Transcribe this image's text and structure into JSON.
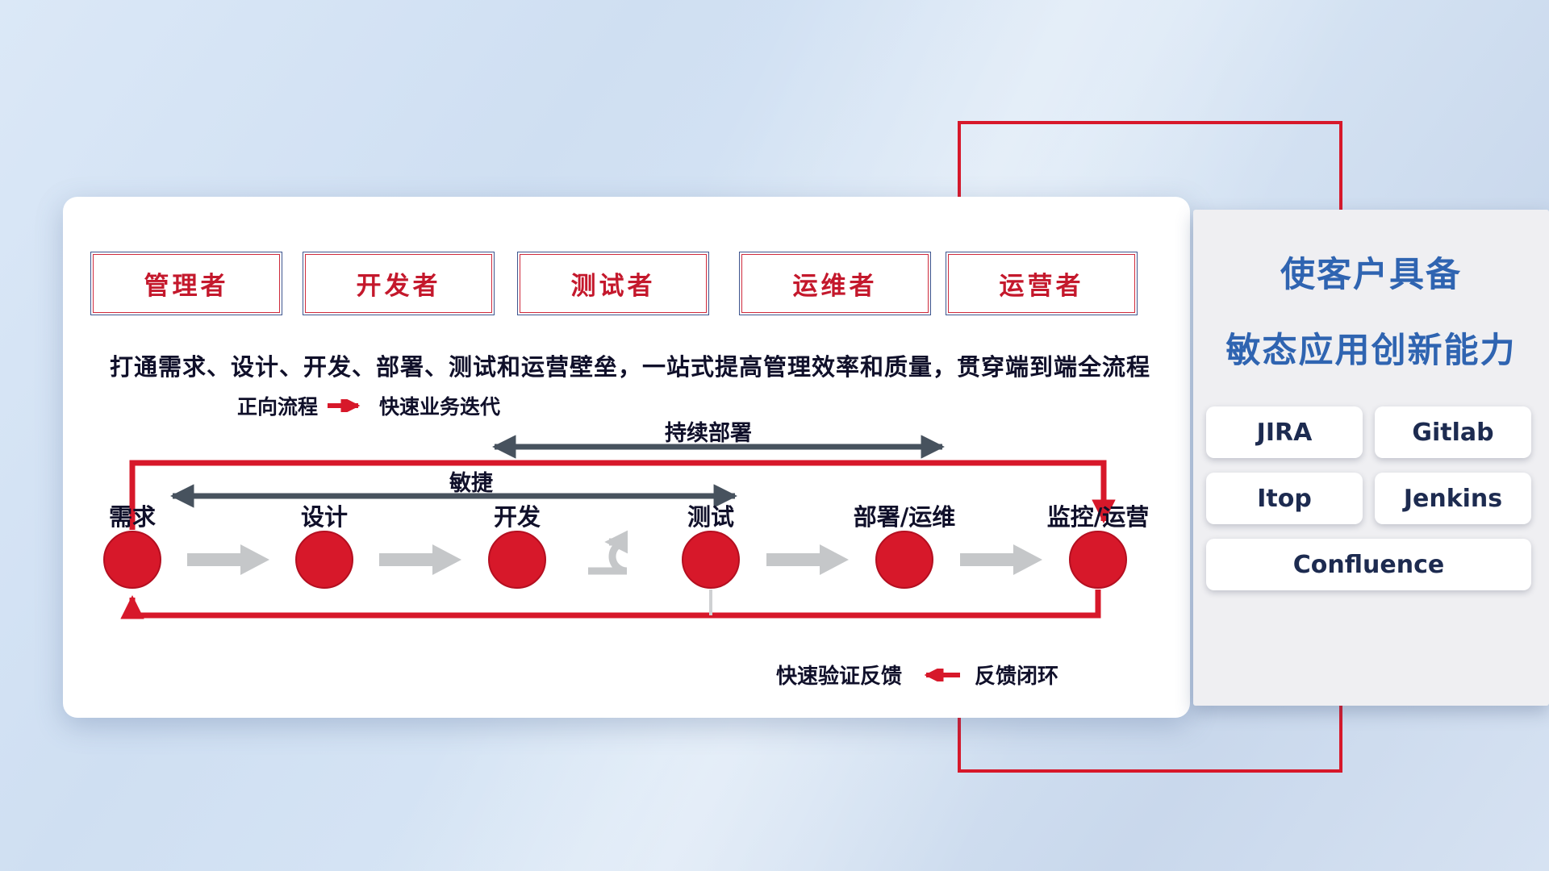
{
  "roles": [
    {
      "label": "管理者"
    },
    {
      "label": "开发者"
    },
    {
      "label": "测试者"
    },
    {
      "label": "运维者"
    },
    {
      "label": "运营者"
    }
  ],
  "headline": "打通需求、设计、开发、部署、测试和运营壁垒，一站式提高管理效率和质量，贯穿端到端全流程",
  "legend": {
    "forward_label": "正向流程",
    "forward_desc": "快速业务迭代"
  },
  "span_arrows": {
    "continuous_deployment": "持续部署",
    "agile": "敏捷"
  },
  "stages": [
    {
      "label": "需求"
    },
    {
      "label": "设计"
    },
    {
      "label": "开发"
    },
    {
      "label": "测试"
    },
    {
      "label": "部署/运维"
    },
    {
      "label": "监控/运营"
    }
  ],
  "feedback": {
    "fast_validation": "快速验证反馈",
    "loop_label": "反馈闭环"
  },
  "right_panel": {
    "title_line1": "使客户具备",
    "title_line2": "敏态应用创新能力",
    "tools": [
      {
        "name": "JIRA"
      },
      {
        "name": "Gitlab"
      },
      {
        "name": "Itop"
      },
      {
        "name": "Jenkins"
      },
      {
        "name": "Confluence"
      }
    ]
  },
  "colors": {
    "accent_red": "#d7182a",
    "title_blue": "#2f64b1",
    "dark_arrow": "#47525e",
    "light_arrow": "#c5c7c9"
  }
}
